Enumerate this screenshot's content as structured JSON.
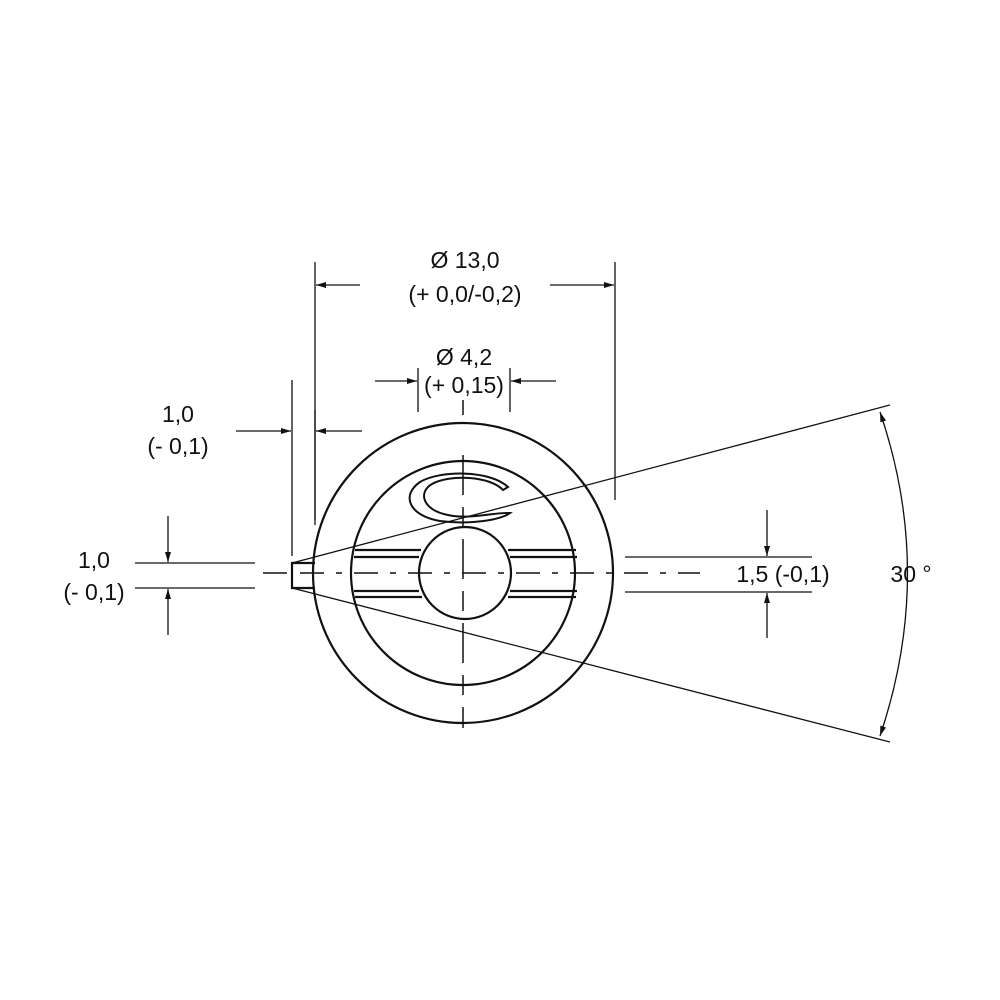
{
  "dimensions": {
    "outer_diameter": {
      "value": "Ø 13,0",
      "tolerance": "(+ 0,0/-0,2)"
    },
    "hole_diameter": {
      "value": "Ø 4,2",
      "tolerance": "(+ 0,15)"
    },
    "tab_length": {
      "value": "1,0",
      "tolerance": "(- 0,1)"
    },
    "tab_width": {
      "value": "1,0",
      "tolerance": "(- 0,1)"
    },
    "slot_width": {
      "value": "1,5 (-0,1)"
    },
    "angle": {
      "value": "30 °"
    }
  },
  "colors": {
    "line": "#111111",
    "background": "#ffffff"
  }
}
